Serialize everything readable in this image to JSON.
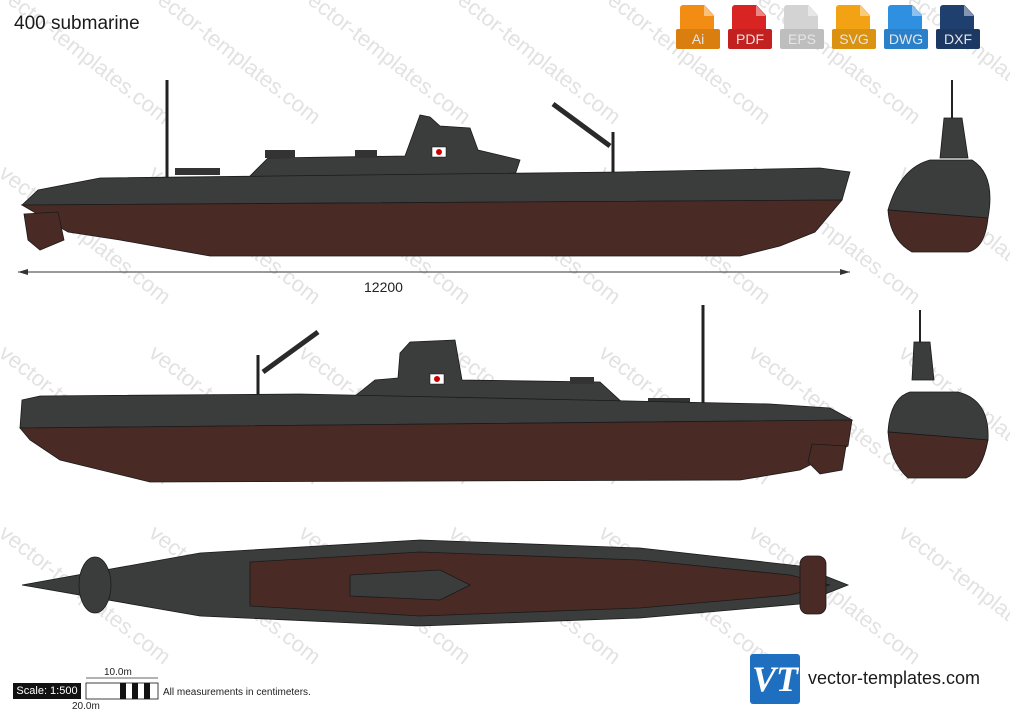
{
  "title": "400 submarine",
  "formats": [
    {
      "label": "Ai",
      "color": "#f28c12",
      "icon": "file-ai-icon"
    },
    {
      "label": "PDF",
      "color": "#d92424",
      "icon": "file-pdf-icon"
    },
    {
      "label": "EPS",
      "color": "#d3d3d3",
      "icon": "file-eps-icon"
    },
    {
      "label": "SVG",
      "color": "#f2a212",
      "icon": "file-svg-icon"
    },
    {
      "label": "DWG",
      "color": "#2f8fe0",
      "icon": "file-dwg-icon"
    },
    {
      "label": "DXF",
      "color": "#1f3f6e",
      "icon": "file-dxf-icon"
    }
  ],
  "dimension": "12200",
  "scale": {
    "label": "Scale: 1:500",
    "top": "10.0m",
    "bottom": "20.0m"
  },
  "note": "All measurements in centimeters.",
  "watermark": "vector-templates.com",
  "logo": "VT",
  "site": "vector-templates.com",
  "colors": {
    "deck": "#3b3d3d",
    "hull": "#4a2a24",
    "line": "#1a1a1a"
  }
}
